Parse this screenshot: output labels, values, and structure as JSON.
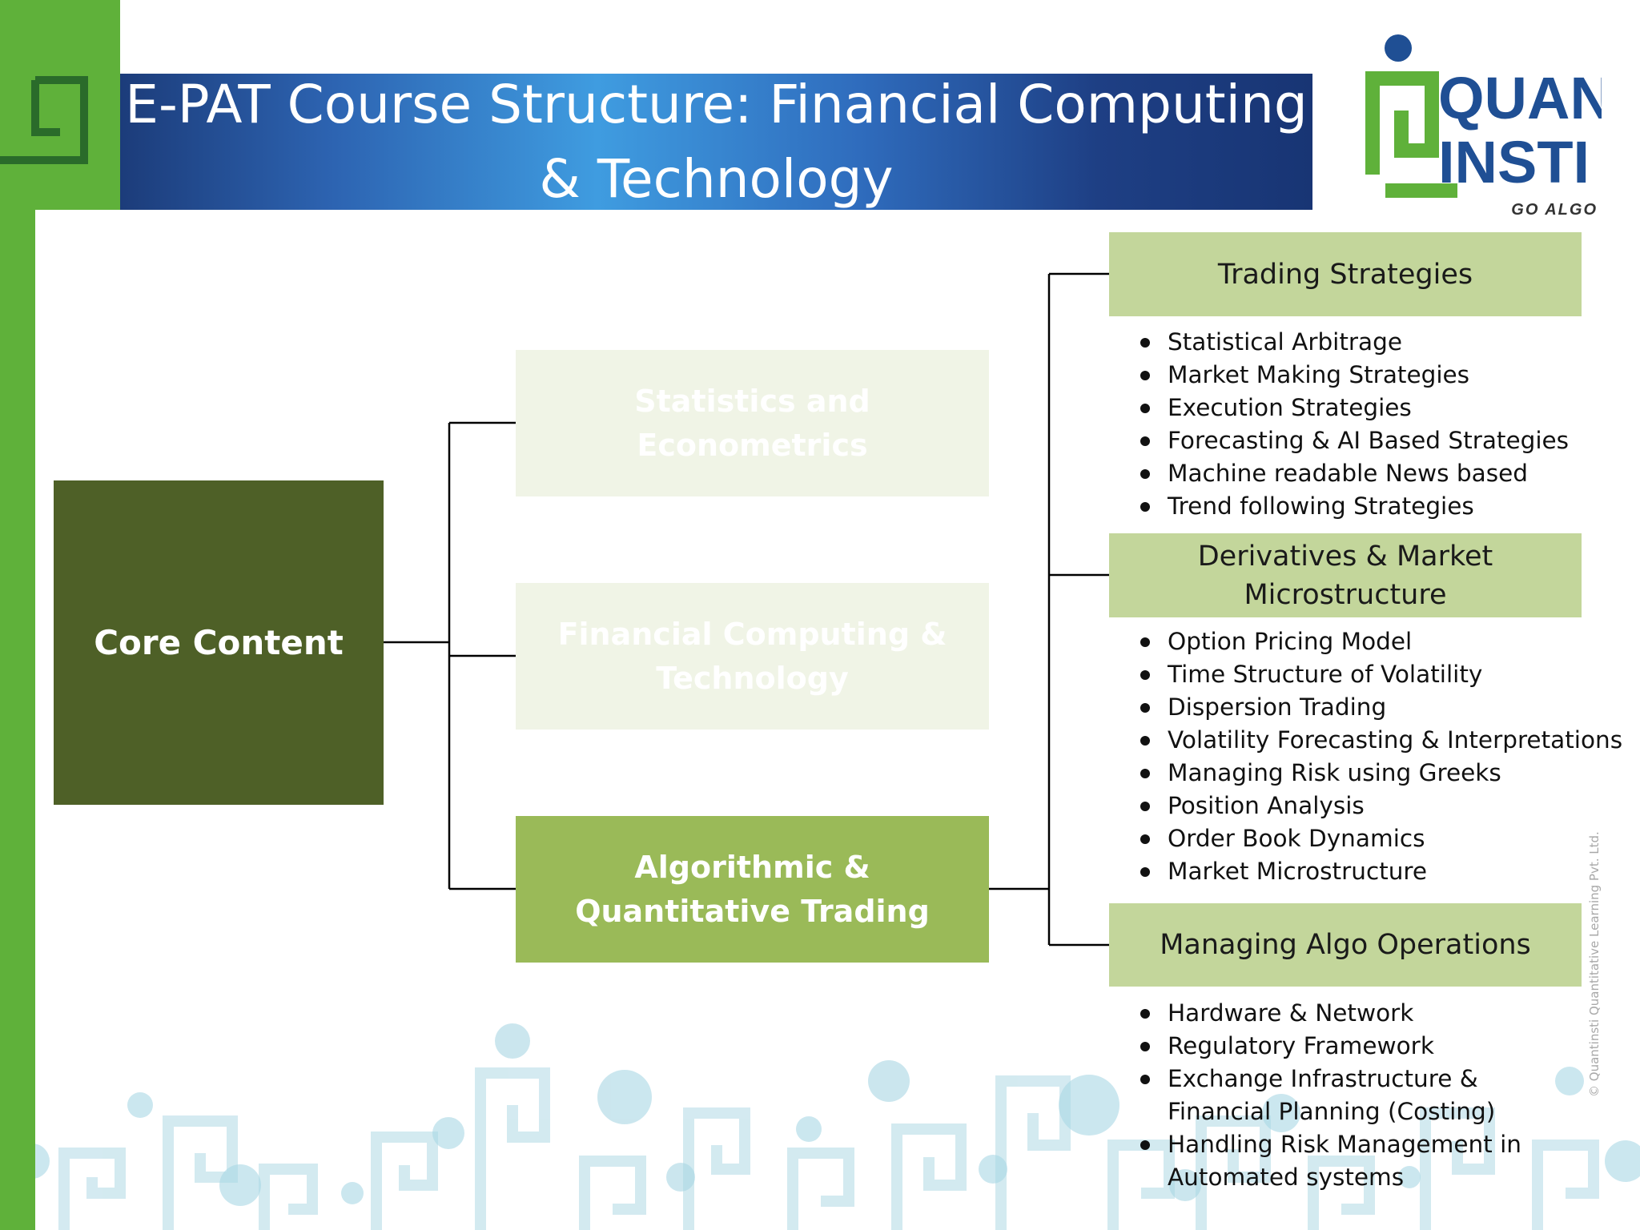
{
  "slide": {
    "title": "E-PAT Course Structure: Financial Computing & Technology",
    "title_line1": "E-PAT Course Structure: Financial Computing",
    "title_line2": "& Technology"
  },
  "logo": {
    "line1": "QUANT",
    "line2": "INSTI",
    "tagline": "GO ALGO"
  },
  "colors": {
    "accent_green": "#5fb13a",
    "core_box": "#4e6027",
    "active_box": "#9aba58",
    "faded_box": "#f0f4e6",
    "topic_header": "#c3d69b",
    "title_bar_dark": "#1c3c7a",
    "title_bar_light": "#3f9ce0"
  },
  "diagram": {
    "root": {
      "label": "Core Content"
    },
    "branches": [
      {
        "label": "Statistics and Econometrics",
        "state": "faded"
      },
      {
        "label": "Financial Computing & Technology",
        "state": "faded"
      },
      {
        "label": "Algorithmic & Quantitative Trading",
        "state": "active"
      }
    ],
    "topics": [
      {
        "header": "Trading Strategies",
        "items": [
          "Statistical Arbitrage",
          "Market Making Strategies",
          "Execution Strategies",
          "Forecasting & AI Based Strategies",
          "Machine readable News based",
          "Trend following Strategies"
        ]
      },
      {
        "header": "Derivatives & Market Microstructure",
        "items": [
          "Option Pricing Model",
          "Time Structure of Volatility",
          "Dispersion Trading",
          "Volatility Forecasting & Interpretations",
          "Managing Risk using Greeks",
          "Position Analysis",
          "Order Book Dynamics",
          "Market Microstructure"
        ]
      },
      {
        "header": "Managing Algo Operations",
        "items": [
          "Hardware & Network",
          "Regulatory Framework",
          "Exchange Infrastructure & Financial Planning (Costing)",
          "Handling Risk Management in Automated systems"
        ]
      }
    ]
  },
  "footer": {
    "watermark": "© Quantinsti Quantitative Learning Pvt. Ltd."
  }
}
